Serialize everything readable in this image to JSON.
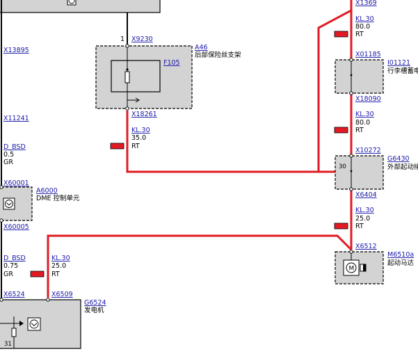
{
  "colors": {
    "wire": "#e01b24",
    "box_fill": "#d3d3d3",
    "line": "#000000",
    "link": "#1a1aaa",
    "marker": "#e01b24"
  },
  "top_left_box": {
    "icon": "steering-icon"
  },
  "left_connectors": [
    "X13895",
    "X11241"
  ],
  "left_wire": {
    "signal": "D_BSD",
    "gauge": "0.5",
    "color_code": "GR"
  },
  "dme": {
    "top_connector": "X60001",
    "id": "A6000",
    "name": "DME 控制单元",
    "bottom_connector": "X60005",
    "icon": "steering-icon"
  },
  "left_wire2": {
    "signal": "D_BSD",
    "gauge": "0.75",
    "color_code": "GR"
  },
  "generator_connectors": {
    "left": "X6524",
    "wire_top": "X6509"
  },
  "wire_generator": {
    "terminal": "KL.30",
    "gauge": "25.0",
    "color_code": "RT"
  },
  "generator": {
    "id": "G6524",
    "name": "发电机",
    "pin": "31",
    "icon": "steering-icon"
  },
  "fuse_carrier": {
    "pin_number": "1",
    "top_connector": "X9230",
    "id": "A46",
    "name": "后部保险丝支架",
    "fuse_id": "F105",
    "bottom_connector": "X18261",
    "arrow": "arrow-right-icon"
  },
  "wire_fuse": {
    "terminal": "KL.30",
    "gauge": "35.0",
    "color_code": "RT"
  },
  "right_top_connector": "X1369",
  "wire_r1": {
    "terminal": "KL.30",
    "gauge": "80.0",
    "color_code": "RT"
  },
  "battery": {
    "top_connector": "X01185",
    "id": "I01121",
    "name": "行李槽蓄电",
    "bottom_connector": "X18090"
  },
  "wire_r2": {
    "terminal": "KL.30",
    "gauge": "80.0",
    "color_code": "RT"
  },
  "jump_start": {
    "top_connector": "X10272",
    "id": "G6430",
    "name": "外部起动接",
    "pin": "30",
    "bottom_connector": "X6404"
  },
  "wire_r3": {
    "terminal": "KL.30",
    "gauge": "25.0",
    "color_code": "RT"
  },
  "starter": {
    "top_connector": "X6512",
    "id": "M6510a",
    "name": "起动马达",
    "icon": "motor-icon"
  }
}
